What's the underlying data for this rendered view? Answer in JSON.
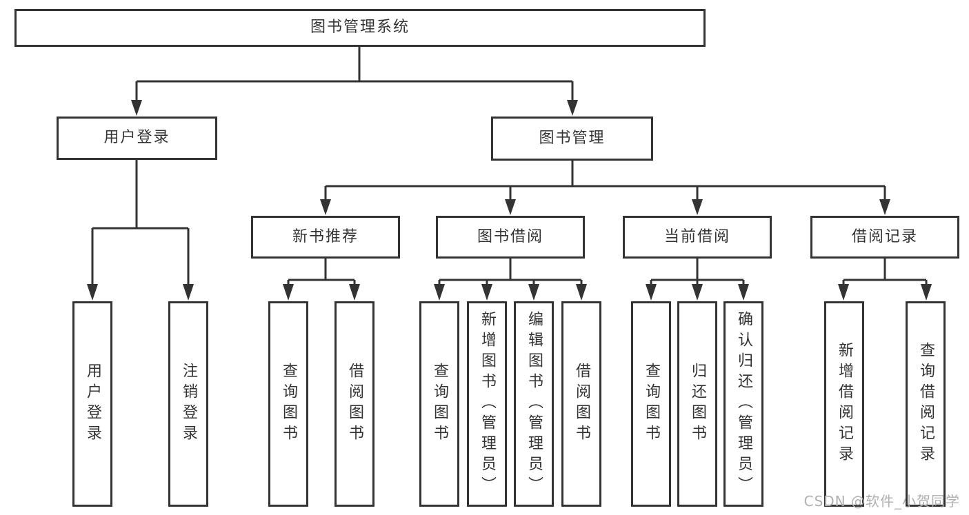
{
  "diagram": {
    "root": {
      "label": "图书管理系统"
    },
    "level2": [
      {
        "label": "用户登录"
      },
      {
        "label": "图书管理"
      }
    ],
    "level3": [
      {
        "label": "新书推荐",
        "parent": "图书管理"
      },
      {
        "label": "图书借阅",
        "parent": "图书管理"
      },
      {
        "label": "当前借阅",
        "parent": "图书管理"
      },
      {
        "label": "借阅记录",
        "parent": "图书管理"
      }
    ],
    "leaves": [
      {
        "label": "用户登录",
        "parent": "用户登录"
      },
      {
        "label": "注销登录",
        "parent": "用户登录"
      },
      {
        "label": "查询图书",
        "parent": "新书推荐"
      },
      {
        "label": "借阅图书",
        "parent": "新书推荐"
      },
      {
        "label": "查询图书",
        "parent": "图书借阅"
      },
      {
        "label": "新增图书（管理员）",
        "parent": "图书借阅"
      },
      {
        "label": "编辑图书（管理员）",
        "parent": "图书借阅"
      },
      {
        "label": "借阅图书",
        "parent": "图书借阅"
      },
      {
        "label": "查询图书",
        "parent": "当前借阅"
      },
      {
        "label": "归还图书",
        "parent": "当前借阅"
      },
      {
        "label": "确认归还（管理员）",
        "parent": "当前借阅"
      },
      {
        "label": "新增借阅记录",
        "parent": "借阅记录"
      },
      {
        "label": "查询借阅记录",
        "parent": "借阅记录"
      }
    ],
    "watermark": "CSDN @软件_小贺同学",
    "colors": {
      "line": "#333333",
      "box_border": "#333333",
      "text": "#333333",
      "background": "#ffffff",
      "watermark": "#b0b0b0"
    }
  }
}
